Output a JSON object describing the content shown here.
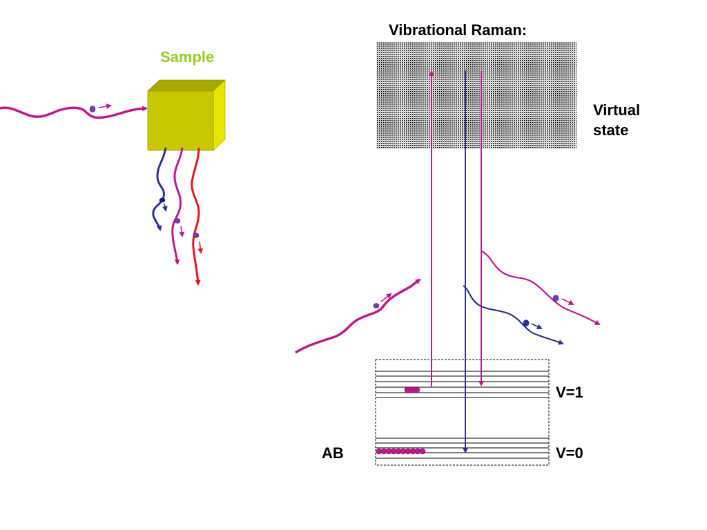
{
  "diagram": {
    "title": "Vibrational Raman:",
    "sample_label": "Sample",
    "virtual_state_label": "Virtual\nstate",
    "level_v1_label": "V=1",
    "level_v0_label": "V=0",
    "ab_label": "AB"
  },
  "colors": {
    "rayleigh": "#c0188c",
    "stokes": "#e8141e",
    "anti_stokes": "#2e3192",
    "sample_label": "#99cc22",
    "sample_front": "#c8c800",
    "sample_top": "#a8a800",
    "sample_side": "#e6e600",
    "population_dot": "#c0188c"
  },
  "icons": {
    "sample": "cube-icon",
    "photon": "wavy-arrow-icon",
    "virtual_state": "dotted-band-icon"
  }
}
